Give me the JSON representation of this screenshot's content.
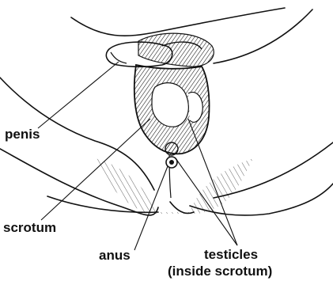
{
  "labels": {
    "penis": "penis",
    "scrotum": "scrotum",
    "anus": "anus",
    "testicles": "testicles",
    "testicles_note": "(inside scrotum)"
  },
  "colors": {
    "line": "#111111",
    "background": "#ffffff"
  }
}
